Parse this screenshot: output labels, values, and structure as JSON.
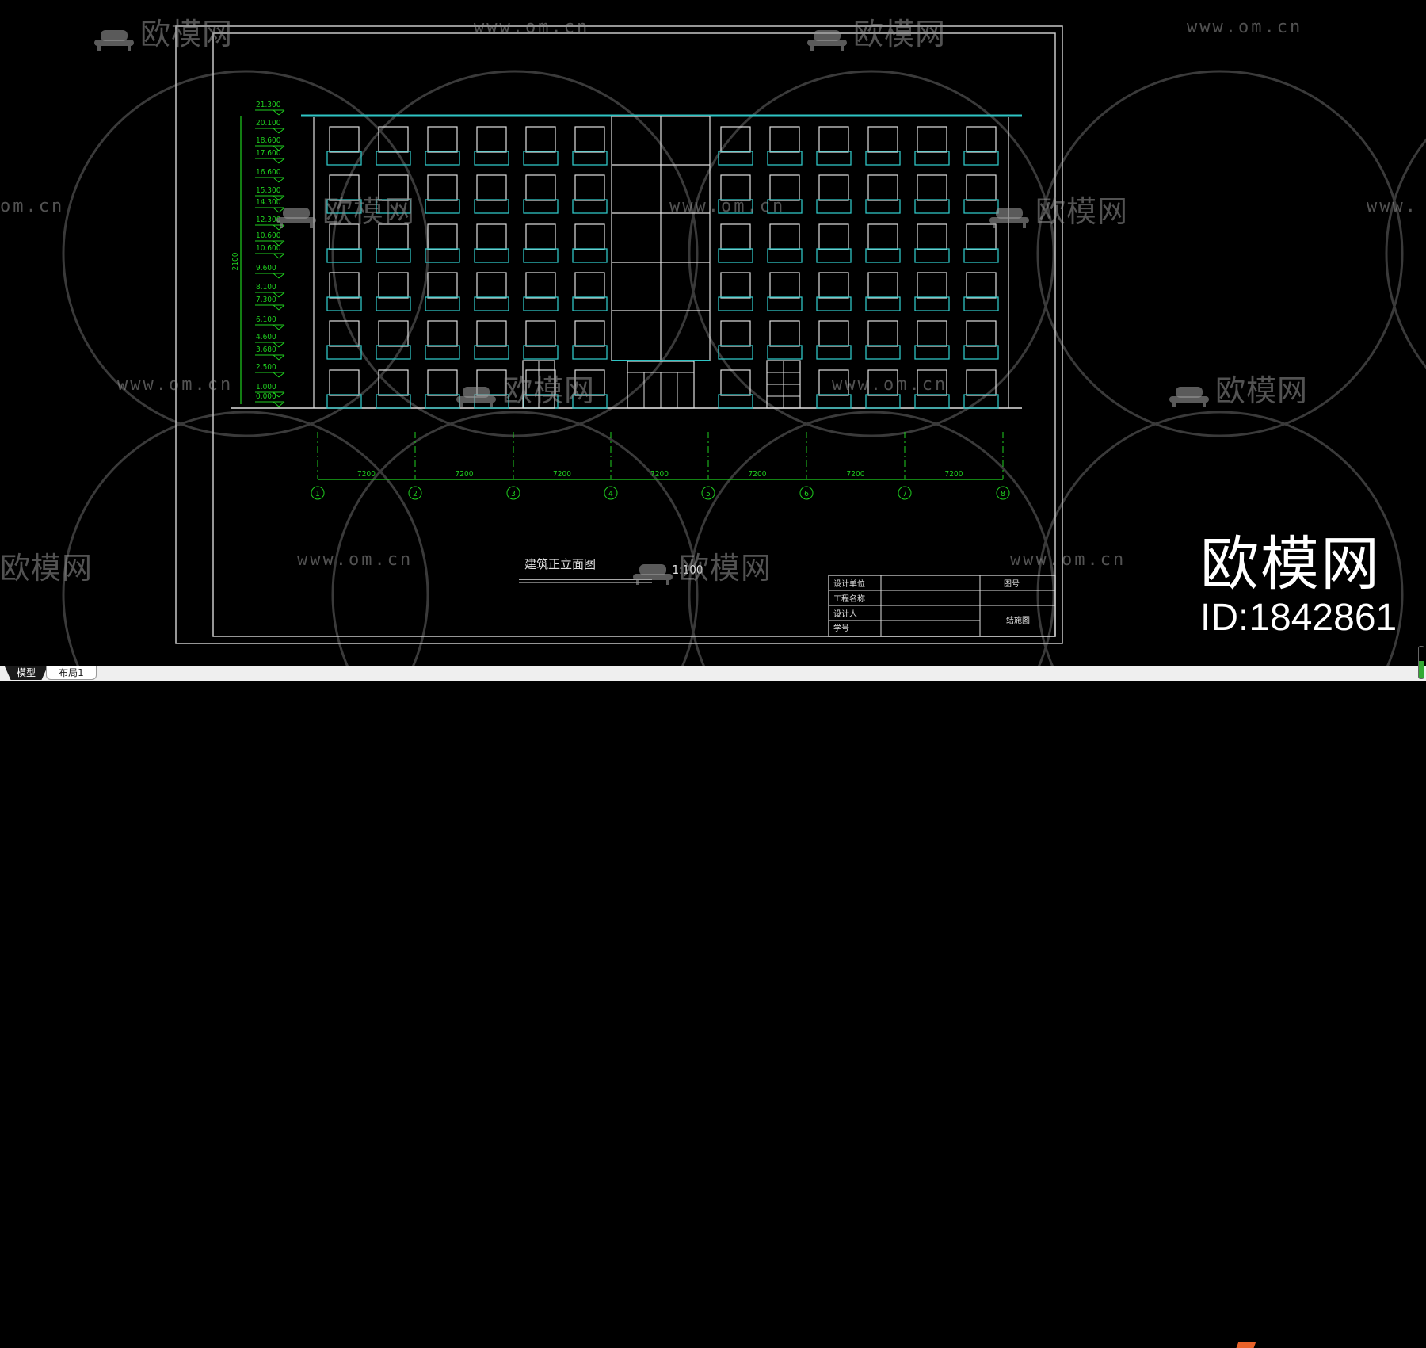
{
  "app": {
    "layout_tabs": [
      {
        "label": "模型",
        "active": true
      },
      {
        "label": "布局1",
        "active": false
      }
    ]
  },
  "drawing": {
    "title": "建筑正立面图",
    "scale": "1:100",
    "colors": {
      "background": "#000000",
      "frame": "#c8c8c8",
      "wall": "#e0e0e0",
      "window_sill": "#2ec4c4",
      "dimension": "#1fd01f",
      "watermark": "#8a8a8a"
    },
    "elevation_levels": [
      "21.300",
      "20.100",
      "18.600",
      "17.600",
      "16.600",
      "15.300",
      "14.300",
      "12.300",
      "10.600",
      "10.600",
      "9.600",
      "8.100",
      "7.300",
      "6.100",
      "4.600",
      "3.680",
      "2.500",
      "1.000",
      "0.000"
    ],
    "overall_height_label": "2100",
    "axis_grid": {
      "labels": [
        "1",
        "2",
        "3",
        "4",
        "5",
        "6",
        "7",
        "8"
      ],
      "spans": [
        "7200",
        "7200",
        "7200",
        "7200",
        "7200",
        "7200",
        "7200"
      ]
    },
    "building": {
      "floors": 6,
      "left_wing_columns": 6,
      "right_wing_columns": 6
    },
    "title_block": {
      "rows": [
        {
          "label": "设计单位",
          "value": ""
        },
        {
          "label": "工程名称",
          "value": ""
        },
        {
          "label": "设计人",
          "value": ""
        },
        {
          "label": "学号",
          "value": ""
        }
      ],
      "drawing_no_label": "图号",
      "drawing_type": "结施图"
    }
  },
  "watermarks": {
    "logo_text": "欧模网",
    "url_text": "www.om.cn",
    "partial_url_left": "om.cn",
    "partial_url_right": "www.",
    "partial_logo_left": "欧模网"
  },
  "brand": {
    "name": "欧模网",
    "id": "ID:1842861"
  }
}
